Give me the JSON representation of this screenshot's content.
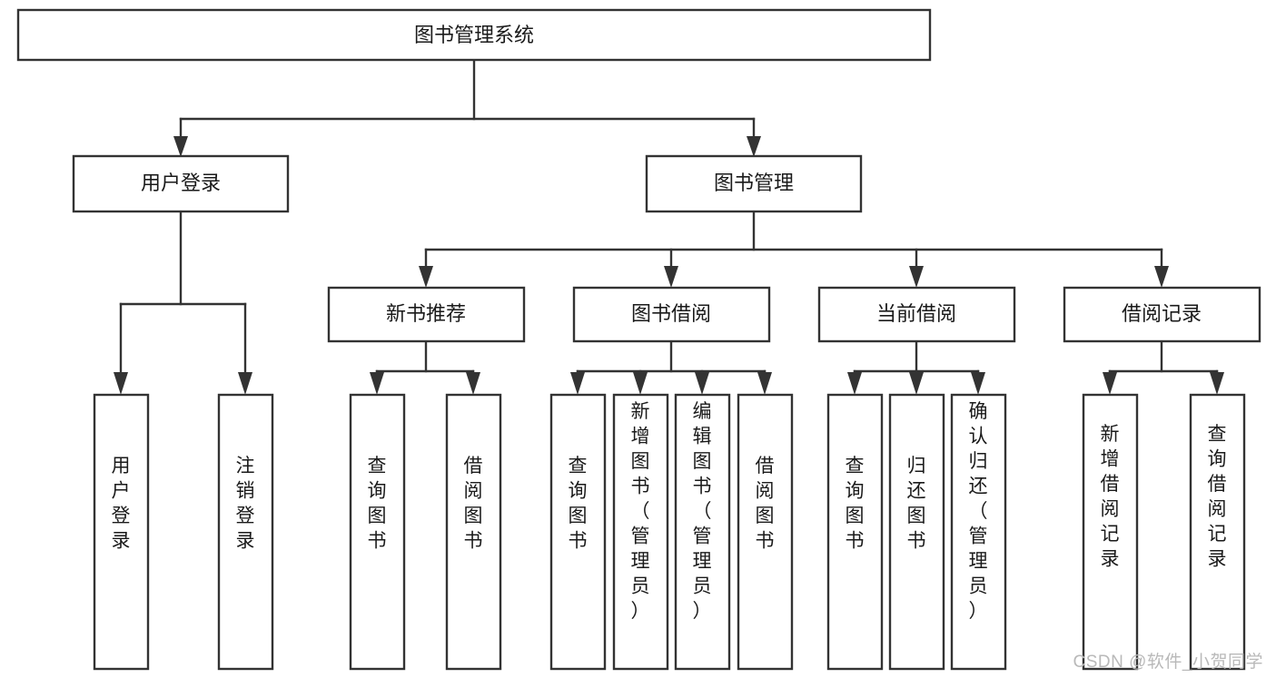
{
  "diagram": {
    "title": "图书管理系统",
    "type": "tree-hierarchy-chart",
    "watermark": "CSDN @软件_小贺同学",
    "root": {
      "label": "图书管理系统",
      "orientation": "horizontal"
    },
    "level2": [
      {
        "id": "user-login",
        "label": "用户登录",
        "orientation": "horizontal"
      },
      {
        "id": "book-management",
        "label": "图书管理",
        "orientation": "horizontal"
      }
    ],
    "level3": [
      {
        "id": "new-book-recommend",
        "label": "新书推荐",
        "parent": "book-management",
        "orientation": "horizontal"
      },
      {
        "id": "book-borrow",
        "label": "图书借阅",
        "parent": "book-management",
        "orientation": "horizontal"
      },
      {
        "id": "current-borrow",
        "label": "当前借阅",
        "parent": "book-management",
        "orientation": "horizontal"
      },
      {
        "id": "borrow-record",
        "label": "借阅记录",
        "parent": "book-management",
        "orientation": "horizontal"
      }
    ],
    "leaves": [
      {
        "id": "leaf-user-login",
        "label": "用户登录",
        "parent": "user-login",
        "orientation": "vertical"
      },
      {
        "id": "leaf-user-logout",
        "label": "注销登录",
        "parent": "user-login",
        "orientation": "vertical"
      },
      {
        "id": "leaf-query-book-1",
        "label": "查询图书",
        "parent": "new-book-recommend",
        "orientation": "vertical"
      },
      {
        "id": "leaf-borrow-book-1",
        "label": "借阅图书",
        "parent": "new-book-recommend",
        "orientation": "vertical"
      },
      {
        "id": "leaf-query-book-2",
        "label": "查询图书",
        "parent": "book-borrow",
        "orientation": "vertical"
      },
      {
        "id": "leaf-add-book",
        "label": "新增图书（管理员）",
        "parent": "book-borrow",
        "orientation": "vertical"
      },
      {
        "id": "leaf-edit-book",
        "label": "编辑图书（管理员）",
        "parent": "book-borrow",
        "orientation": "vertical"
      },
      {
        "id": "leaf-borrow-book-2",
        "label": "借阅图书",
        "parent": "book-borrow",
        "orientation": "vertical"
      },
      {
        "id": "leaf-query-book-3",
        "label": "查询图书",
        "parent": "current-borrow",
        "orientation": "vertical"
      },
      {
        "id": "leaf-return-book",
        "label": "归还图书",
        "parent": "current-borrow",
        "orientation": "vertical"
      },
      {
        "id": "leaf-confirm-return",
        "label": "确认归还（管理员）",
        "parent": "current-borrow",
        "orientation": "vertical"
      },
      {
        "id": "leaf-add-record",
        "label": "新增借阅记录",
        "parent": "borrow-record",
        "orientation": "vertical"
      },
      {
        "id": "leaf-query-record",
        "label": "查询借阅记录",
        "parent": "borrow-record",
        "orientation": "vertical"
      }
    ],
    "colors": {
      "box_fill": "#ffffff",
      "box_stroke": "#333333",
      "text": "#1a1a1a",
      "background": "#ffffff",
      "watermark": "#b9b9b9"
    }
  }
}
